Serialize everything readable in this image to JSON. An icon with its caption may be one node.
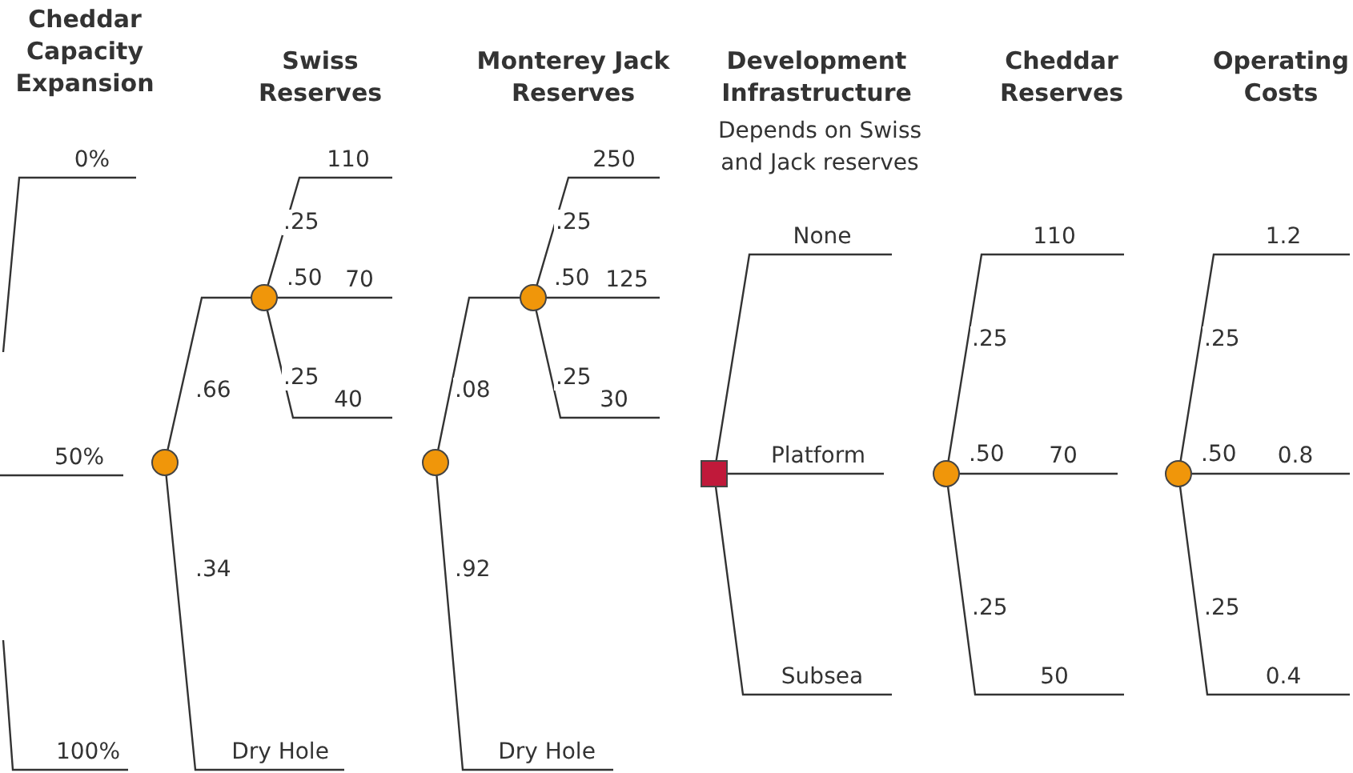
{
  "diagram": {
    "nodes": [
      {
        "text": [
          "0%"
        ]
      },
      {
        "text": [
          "50%"
        ]
      },
      {
        "text": [
          "100%"
        ]
      },
      {
        "text": [],
        "shape": "circle"
      },
      {
        "text": [],
        "shape": "circle"
      },
      {
        "text": [
          "110"
        ]
      },
      {
        "text": [
          "70"
        ]
      },
      {
        "text": [
          "40"
        ]
      },
      {
        "text": [
          "Dry Hole"
        ]
      },
      {
        "text": [],
        "shape": "circle"
      },
      {
        "text": [],
        "shape": "circle"
      },
      {
        "text": [
          "250"
        ]
      },
      {
        "text": [
          "125"
        ]
      },
      {
        "text": [
          "30"
        ]
      },
      {
        "text": [
          "Dry Hole"
        ]
      },
      {
        "text": [],
        "shape": "box"
      },
      {
        "text": [
          "None"
        ]
      },
      {
        "text": [
          "Platform"
        ]
      },
      {
        "text": [
          "Subsea"
        ]
      },
      {
        "text": [],
        "shape": "circle"
      },
      {
        "text": [
          "110"
        ]
      },
      {
        "text": [
          "70"
        ]
      },
      {
        "text": [
          "50"
        ]
      },
      {
        "text": [],
        "shape": "circle"
      },
      {
        "text": [
          "1.2"
        ]
      },
      {
        "text": [
          "0.8"
        ]
      },
      {
        "text": [
          "0.4"
        ]
      }
    ],
    "edges": [
      {
        "from": null,
        "to": 0,
        "arrow": "none"
      },
      {
        "from": null,
        "to": 1,
        "arrow": "none"
      },
      {
        "from": null,
        "to": 2,
        "arrow": "none"
      },
      {
        "from": 3,
        "to": 4,
        "arrow": "none",
        "label": ".66"
      },
      {
        "from": 3,
        "to": 8,
        "arrow": "none",
        "label": ".34"
      },
      {
        "from": 4,
        "to": 5,
        "arrow": "none",
        "label": ".25"
      },
      {
        "from": 4,
        "to": 6,
        "arrow": "none",
        "label": ".50"
      },
      {
        "from": 4,
        "to": 7,
        "arrow": "none",
        "label": ".25"
      },
      {
        "from": 9,
        "to": 10,
        "arrow": "none",
        "label": ".08"
      },
      {
        "from": 9,
        "to": 14,
        "arrow": "none",
        "label": ".92"
      },
      {
        "from": 10,
        "to": 11,
        "arrow": "none",
        "label": ".25"
      },
      {
        "from": 10,
        "to": 12,
        "arrow": "none",
        "label": ".50"
      },
      {
        "from": 10,
        "to": 13,
        "arrow": "none",
        "label": ".25"
      },
      {
        "from": 15,
        "to": 16,
        "arrow": "none"
      },
      {
        "from": 15,
        "to": 17,
        "arrow": "none"
      },
      {
        "from": 15,
        "to": 18,
        "arrow": "none"
      },
      {
        "from": 19,
        "to": 20,
        "arrow": "none",
        "label": ".25"
      },
      {
        "from": 19,
        "to": 21,
        "arrow": "none",
        "label": ".50"
      },
      {
        "from": 19,
        "to": 22,
        "arrow": "none",
        "label": ".25"
      },
      {
        "from": 23,
        "to": 24,
        "arrow": "none",
        "label": ".25"
      },
      {
        "from": 23,
        "to": 25,
        "arrow": "none",
        "label": ".50"
      },
      {
        "from": 23,
        "to": 26,
        "arrow": "none",
        "label": ".25"
      }
    ],
    "labels": [
      "Cheddar Capacity Expansion",
      "Swiss Reserves",
      "Monterey Jack Reserves",
      "Development Infrastructure",
      "Depends on Swiss and Jack reserves",
      "Cheddar Reserves",
      "Operating Costs"
    ]
  }
}
